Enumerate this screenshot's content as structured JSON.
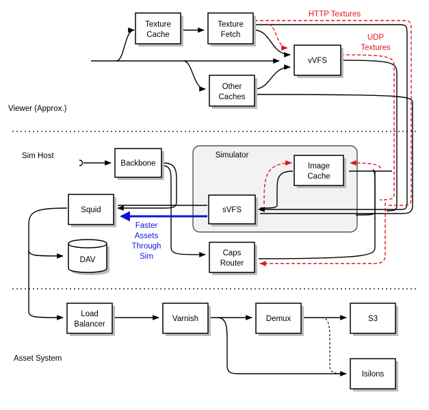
{
  "sections": {
    "viewer": "Viewer (Approx.)",
    "sim_host": "Sim Host",
    "asset_system": "Asset System"
  },
  "group": {
    "simulator": "Simulator"
  },
  "nodes": {
    "texture_cache": [
      "Texture",
      "Cache"
    ],
    "texture_fetch": [
      "Texture",
      "Fetch"
    ],
    "vvfs": [
      "vVFS"
    ],
    "other_caches": [
      "Other",
      "Caches"
    ],
    "backbone": [
      "Backbone"
    ],
    "image_cache": [
      "Image",
      "Cache"
    ],
    "squid": [
      "Squid"
    ],
    "svfs": [
      "sVFS"
    ],
    "dav": [
      "DAV"
    ],
    "caps_router": [
      "Caps",
      "Router"
    ],
    "load_balancer": [
      "Load",
      "Balancer"
    ],
    "varnish": [
      "Varnish"
    ],
    "demux": [
      "Demux"
    ],
    "s3": [
      "S3"
    ],
    "isilons": [
      "Isilons"
    ]
  },
  "annotations": {
    "http_textures": "HTTP Textures",
    "udp_textures": [
      "UDP",
      "Textures"
    ],
    "faster_assets": [
      "Faster",
      "Assets",
      "Through",
      "Sim"
    ]
  },
  "colors": {
    "red": "#e0151b",
    "blue": "#1010e0",
    "black": "#000000"
  }
}
